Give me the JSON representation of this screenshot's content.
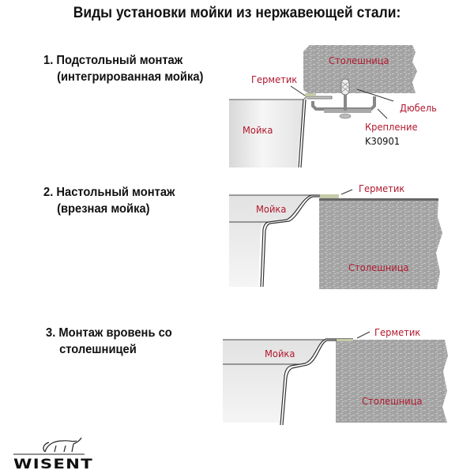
{
  "title": "Виды установки мойки из нержавеющей стали:",
  "sections": [
    {
      "heading_line1": "1. Подстольный монтаж",
      "heading_line2": "(интегрированная мойка)",
      "labels": {
        "countertop": "Столешница",
        "sealant": "Герметик",
        "sink": "Мойка",
        "dowel": "Дюбель",
        "fastener": "Крепление",
        "fastener_code": "K30901"
      }
    },
    {
      "heading_line1": "2. Настольный монтаж",
      "heading_line2": "(врезная мойка)",
      "labels": {
        "sealant": "Герметик",
        "sink": "Мойка",
        "countertop": "Столешница"
      }
    },
    {
      "heading_line1": "3. Монтаж вровень со",
      "heading_line2": "столешницей",
      "labels": {
        "sealant": "Герметик",
        "sink": "Мойка",
        "countertop": "Столешница"
      }
    }
  ],
  "brand": {
    "name": "WISENT",
    "icon": "bison-icon"
  },
  "colors": {
    "label_red": "#b0182e",
    "countertop": "#9c9c9c",
    "sealant": "#c5c9a8",
    "text": "#111111"
  }
}
